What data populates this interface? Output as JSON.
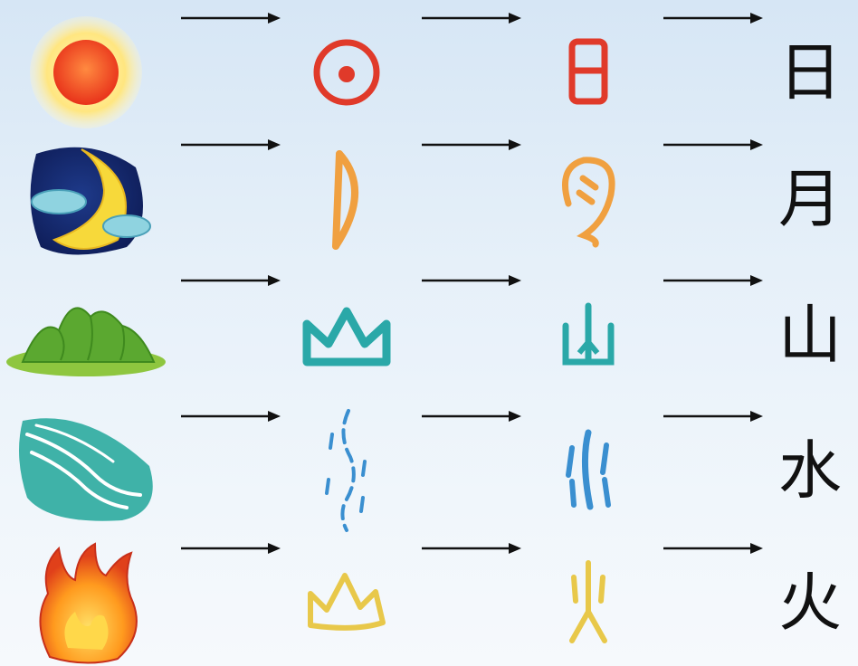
{
  "rows": [
    {
      "id": "sun",
      "character": "日",
      "color": "#e03a2a"
    },
    {
      "id": "moon",
      "character": "月",
      "color": "#f0a040"
    },
    {
      "id": "mountain",
      "character": "山",
      "color": "#2aa8a8"
    },
    {
      "id": "water",
      "character": "水",
      "color": "#3a8fd0"
    },
    {
      "id": "fire",
      "character": "火",
      "color": "#e8c84a"
    }
  ],
  "arrow_icon": "arrow-right-icon"
}
